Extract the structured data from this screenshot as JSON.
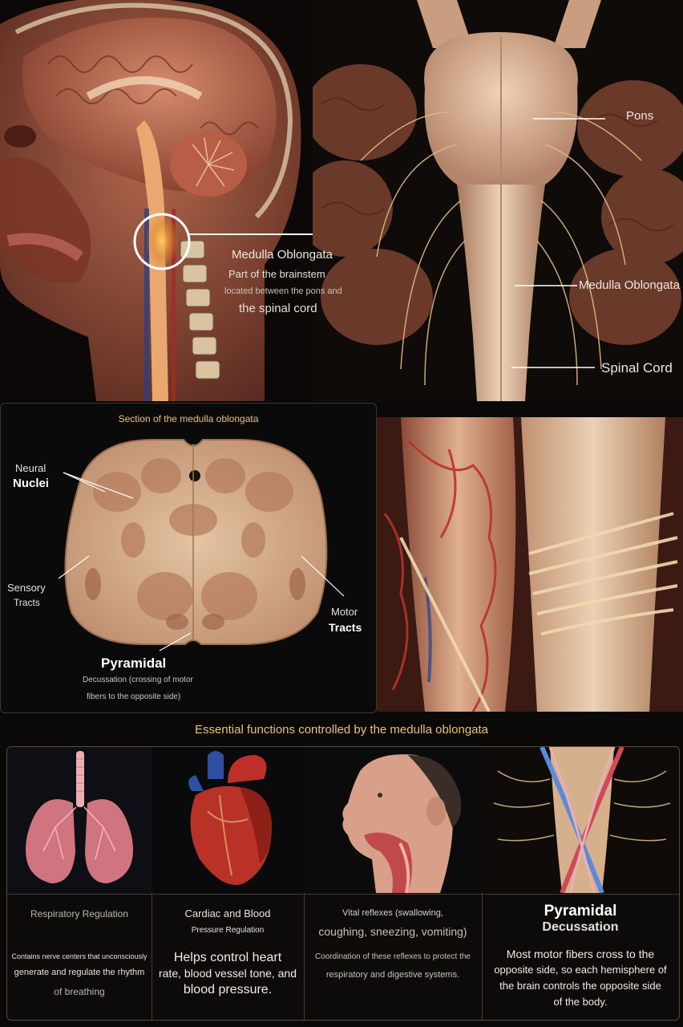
{
  "top_left": {
    "label_title": "Medulla Oblongata",
    "label_line2": "Part of the brainstem",
    "label_line3": "located between the pons and",
    "label_line4": "the spinal cord"
  },
  "top_right": {
    "pons": "Pons",
    "medulla": "Medulla Oblongata",
    "spinal_cord": "Spinal Cord"
  },
  "section": {
    "title": "Section of the medulla oblongata",
    "neural_1": "Neural",
    "neural_2": "Nuclei",
    "sensory_1": "Sensory",
    "sensory_2": "Tracts",
    "motor_1": "Motor",
    "motor_2": "Tracts",
    "pyramidal": "Pyramidal",
    "decussation_1": "Decussation (crossing of motor",
    "decussation_2": "fibers to the opposite side)"
  },
  "functions": {
    "title": "Essential functions controlled by the medulla oblongata",
    "cards": [
      {
        "icon": "lungs-icon",
        "heading": "Respiratory Regulation",
        "body_1": "Contains nerve centers that unconsciously",
        "body_2": "generate and regulate the rhythm",
        "body_3": "of breathing"
      },
      {
        "icon": "heart-icon",
        "heading_1": "Cardiac and Blood",
        "heading_2": "Pressure Regulation",
        "body_1": "Helps control heart",
        "body_2": "rate, blood vessel tone, and",
        "body_3": "blood pressure."
      },
      {
        "icon": "throat-icon",
        "heading_1": "Vital reflexes (swallowing,",
        "heading_2": "coughing, sneezing, vomiting)",
        "body_1": "Coordination of these reflexes to protect the",
        "body_2": "respiratory and digestive systems."
      },
      {
        "icon": "crossing-fibers-icon",
        "heading_1": "Pyramidal",
        "heading_2": "Decussation",
        "body_1": "Most motor fibers cross to the",
        "body_2": "opposite side, so each hemisphere of",
        "body_3": "the brain controls the opposite side",
        "body_4": "of the body."
      }
    ]
  },
  "colors": {
    "background": "#0a0908",
    "accent_gold": "#e7c27a",
    "tissue": "#d8b896",
    "vessel_red": "#b8322a"
  }
}
